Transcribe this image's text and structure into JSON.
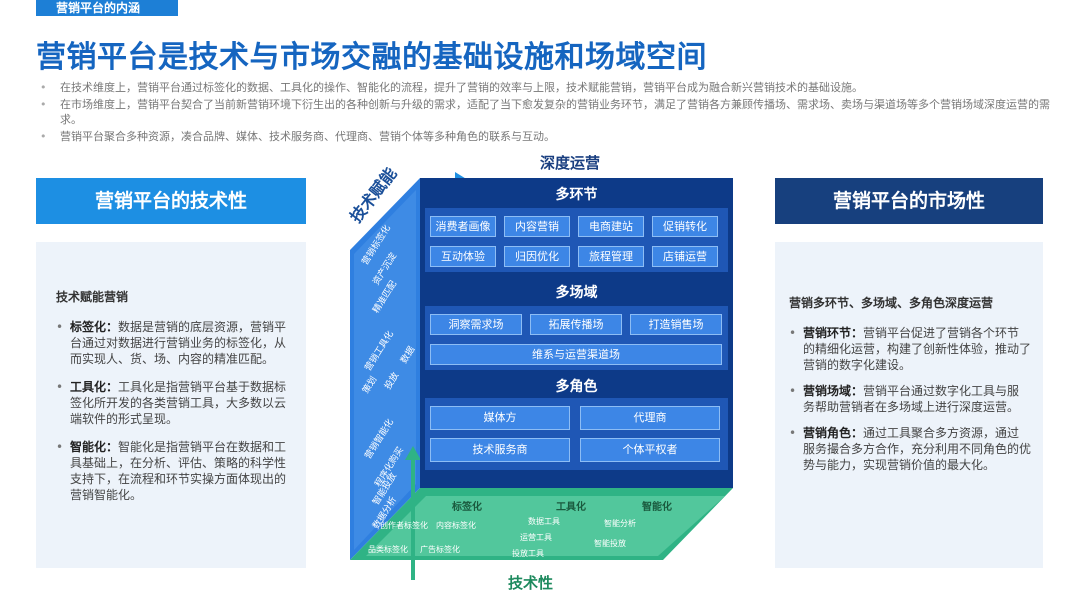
{
  "tag": "营销平台的内涵",
  "title": "营销平台是技术与市场交融的基础设施和场域空间",
  "bullets": [
    "在技术维度上，营销平台通过标签化的数据、工具化的操作、智能化的流程，提升了营销的效率与上限，技术赋能营销，营销平台成为融合新兴营销技术的基础设施。",
    "在市场维度上，营销平台契合了当前新营销环境下衍生出的各种创新与升级的需求，适配了当下愈发复杂的营销业务环节，满足了营销各方兼顾传播场、需求场、卖场与渠道场等多个营销场域深度运营的需求。",
    "营销平台聚合多种资源，凑合品牌、媒体、技术服务商、代理商、营销个体等多种角色的联系与互动。"
  ],
  "left": {
    "header": "营销平台的技术性",
    "subtitle": "技术赋能营销",
    "items": [
      {
        "term": "标签化：",
        "text": "数据是营销的底层资源，营销平台通过对数据进行营销业务的标签化，从而实现人、货、场、内容的精准匹配。"
      },
      {
        "term": "工具化：",
        "text": "工具化是指营销平台基于数据标签化所开发的各类营销工具，大多数以云端软件的形式呈现。"
      },
      {
        "term": "智能化：",
        "text": "智能化是指营销平台在数据和工具基础上，在分析、评估、策略的科学性支持下，在流程和环节实操方面体现出的营销智能化。"
      }
    ]
  },
  "right": {
    "header": "营销平台的市场性",
    "subtitle": "营销多环节、多场域、多角色深度运营",
    "items": [
      {
        "term": "营销环节：",
        "text": "营销平台促进了营销各个环节的精细化运营，构建了创新性体验，推动了营销的数字化建设。"
      },
      {
        "term": "营销场域：",
        "text": "营销平台通过数字化工具与服务帮助营销者在多场域上进行深度运营。"
      },
      {
        "term": "营销角色：",
        "text": "通过工具聚合多方资源，通过服务撮合多方合作，充分利用不同角色的优势与能力，实现营销价值的最大化。"
      }
    ]
  },
  "cube": {
    "top_label": "深度运营",
    "bottom_label": "技术性",
    "side_label": "技术赋能",
    "side_items": [
      "营销标签化",
      "资产沉淀",
      "精准匹配",
      "营销工具化",
      "策划",
      "投放",
      "数据",
      "营销智能化",
      "程序化购买",
      "智能投放",
      "数据分析"
    ],
    "sections": [
      {
        "title": "多环节",
        "chips": [
          "消费者画像",
          "内容营销",
          "电商建站",
          "促销转化",
          "互动体验",
          "归因优化",
          "旅程管理",
          "店铺运营"
        ]
      },
      {
        "title": "多场域",
        "chips": [
          "洞察需求场",
          "拓展传播场",
          "打造销售场",
          "维系与运营渠道场"
        ]
      },
      {
        "title": "多角色",
        "chips": [
          "媒体方",
          "代理商",
          "技术服务商",
          "个体平权者"
        ]
      }
    ],
    "bottom_groups": [
      {
        "title": "标签化",
        "chips": [
          "创作者标签化",
          "内容标签化",
          "品类标签化",
          "广告标签化"
        ]
      },
      {
        "title": "工具化",
        "chips": [
          "数据工具",
          "运营工具",
          "投放工具"
        ]
      },
      {
        "title": "智能化",
        "chips": [
          "智能分析",
          "智能投放"
        ]
      }
    ],
    "colors": {
      "front": "#0d3a88",
      "section": "#1f57b5",
      "chip": "#3d86e6",
      "side": "#2f7fe0",
      "bottom": "#2fb385"
    }
  }
}
